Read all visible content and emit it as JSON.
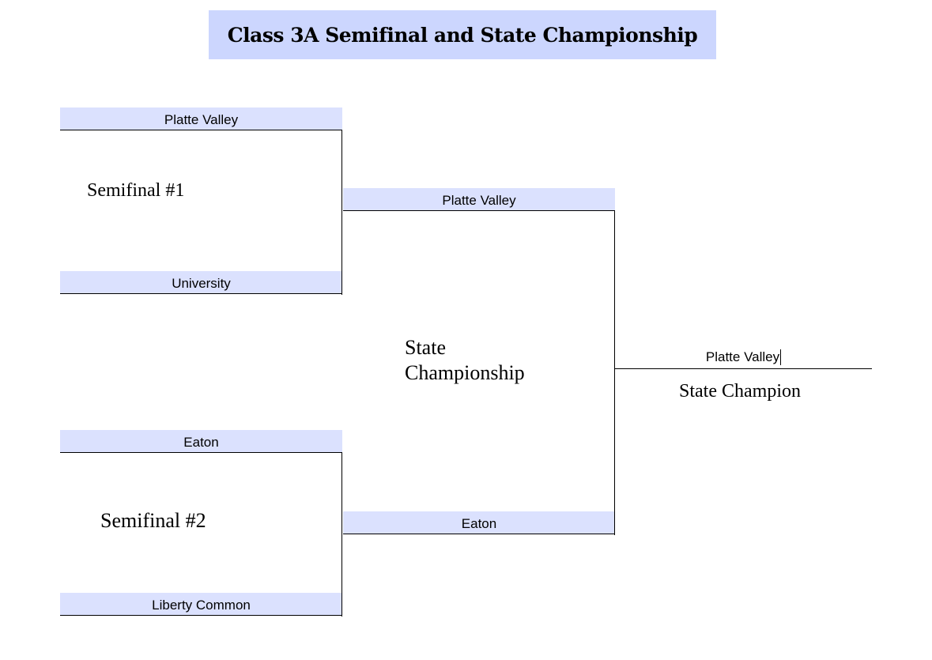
{
  "title": "Class 3A Semifinal and State Championship",
  "semifinal1": {
    "label": "Semifinal #1",
    "top_team": "Platte Valley",
    "bottom_team": "University"
  },
  "semifinal2": {
    "label": "Semifinal #2",
    "top_team": "Eaton",
    "bottom_team": "Liberty Common"
  },
  "championship": {
    "label_line1": "State",
    "label_line2": "Championship",
    "top_team": "Platte Valley",
    "bottom_team": "Eaton"
  },
  "champion": {
    "team": "Platte Valley",
    "label": "State Champion"
  }
}
